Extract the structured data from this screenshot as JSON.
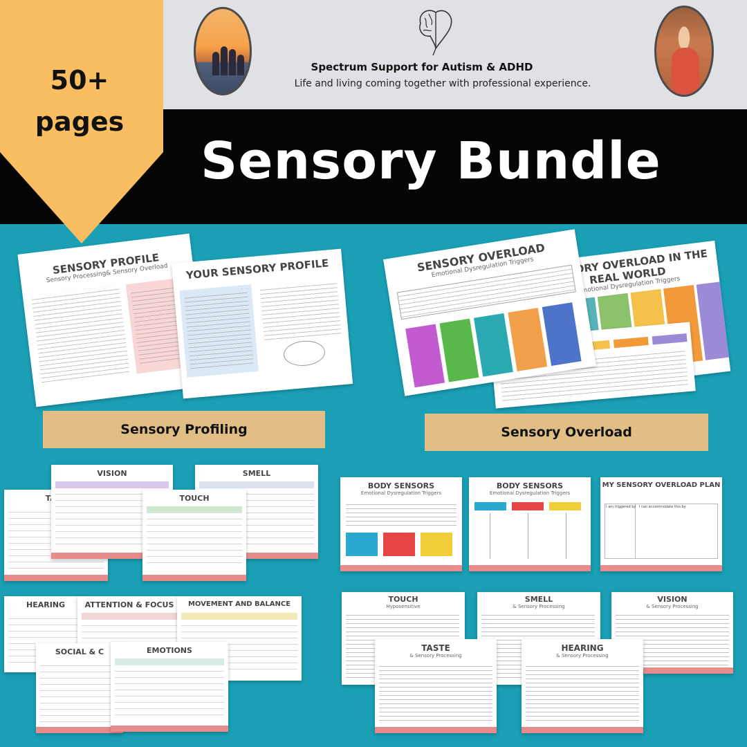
{
  "header": {
    "brand_title": "Spectrum Support for Autism & ADHD",
    "tagline": "Life and living coming together with professional experience."
  },
  "badge": {
    "line1": "50+",
    "line2": "pages"
  },
  "main_title": "Sensory Bundle",
  "sections": {
    "left_label": "Sensory Profiling",
    "right_label": "Sensory Overload"
  },
  "previews": {
    "sensory_profile": {
      "title": "SENSORY PROFILE",
      "subtitle": "Sensory Processing& Sensory Overload"
    },
    "your_sensory_profile": {
      "title": "YOUR SENSORY PROFILE"
    },
    "sensory_overload": {
      "title": "SENSORY OVERLOAD",
      "subtitle": "Emotional Dysregulation Triggers"
    },
    "overload_real_world": {
      "title": "SENSORY OVERLOAD IN THE REAL WORLD",
      "subtitle": "Emotional Dysregulation Triggers"
    },
    "worksheets": [
      {
        "id": "vision",
        "title": "VISION"
      },
      {
        "id": "smell",
        "title": "SMELL"
      },
      {
        "id": "taste",
        "title": "TAST"
      },
      {
        "id": "touch",
        "title": "TOUCH"
      },
      {
        "id": "hearing",
        "title": "HEARING"
      },
      {
        "id": "attention",
        "title": "ATTENTION & FOCUS"
      },
      {
        "id": "movement",
        "title": "MOVEMENT AND BALANCE"
      },
      {
        "id": "social",
        "title": "SOCIAL & C"
      },
      {
        "id": "emotions",
        "title": "EMOTIONS"
      }
    ],
    "body_sensors_1": {
      "title": "BODY SENSORS",
      "subtitle": "Emotional Dysregulation Triggers"
    },
    "body_sensors_2": {
      "title": "BODY SENSORS",
      "subtitle": "Emotional Dysregulation Triggers"
    },
    "overload_plan": {
      "title": "MY SENSORY OVERLOAD PLAN",
      "col1": "I am triggered by",
      "col2": "I can accommodate this by"
    },
    "touch_proc": {
      "title": "TOUCH",
      "subtitle": "Hyposensitive"
    },
    "smell_proc": {
      "title": "SMELL",
      "subtitle": "& Sensory Processing"
    },
    "vision_proc": {
      "title": "VISION",
      "subtitle": "& Sensory Processing"
    },
    "taste_proc": {
      "title": "TASTE",
      "subtitle": "& Sensory Processing"
    },
    "hearing_proc": {
      "title": "HEARING",
      "subtitle": "& Sensory Processing"
    }
  },
  "colors": {
    "header_bg": "#dfe1e5",
    "band_bg": "#050505",
    "page_bg": "#1a9fb5",
    "badge": "#f8be61",
    "label_bg": "#e0be85",
    "accent_pink": "#e88b8b"
  }
}
